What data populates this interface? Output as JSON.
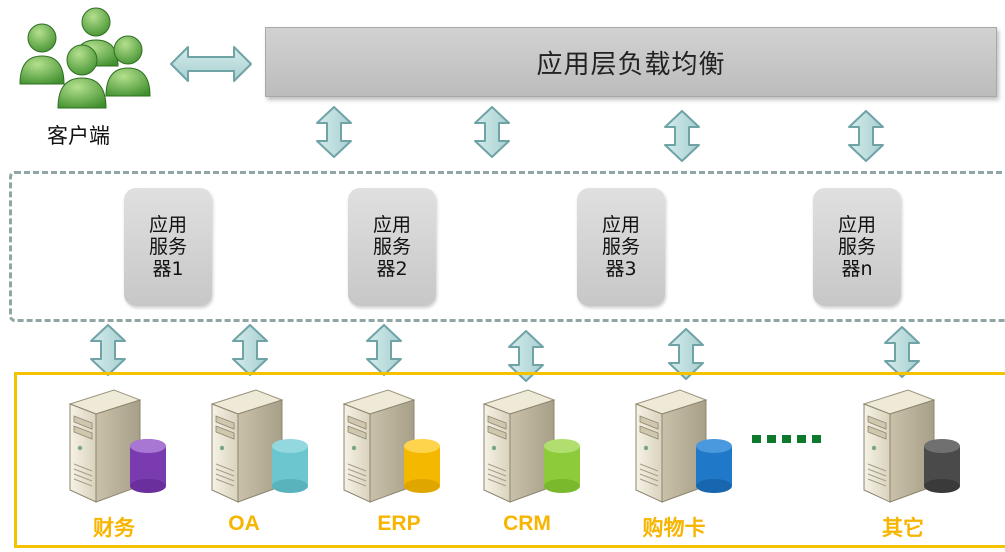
{
  "load_balancer": {
    "title": "应用层负载均衡"
  },
  "clients": {
    "label": "客户端"
  },
  "app_servers": [
    {
      "line1": "应用",
      "line2": "服务",
      "line3": "器1"
    },
    {
      "line1": "应用",
      "line2": "服务",
      "line3": "器2"
    },
    {
      "line1": "应用",
      "line2": "服务",
      "line3": "器3"
    },
    {
      "line1": "应用",
      "line2": "服务",
      "line3": "器n"
    }
  ],
  "systems": [
    {
      "label": "财务",
      "db_color": "#7a3bb0",
      "icon": "server-database-icon"
    },
    {
      "label": "OA",
      "db_color": "#6cc6cf",
      "icon": "server-database-icon"
    },
    {
      "label": "ERP",
      "db_color": "#f5b800",
      "icon": "server-database-icon"
    },
    {
      "label": "CRM",
      "db_color": "#8ecb3a",
      "icon": "server-database-icon"
    },
    {
      "label": "购物卡",
      "db_color": "#1f78c8",
      "icon": "server-database-icon"
    },
    {
      "label": "其它",
      "db_color": "#4a4a4a",
      "icon": "server-database-icon"
    }
  ],
  "colors": {
    "tier_border_dashed": "#8fa6a4",
    "tier_border_system": "#f5c200",
    "system_label": "#f7b400",
    "arrow_fill": "#b9dcdc",
    "arrow_stroke": "#6fa3a5",
    "dots": "#0c7a2a"
  }
}
